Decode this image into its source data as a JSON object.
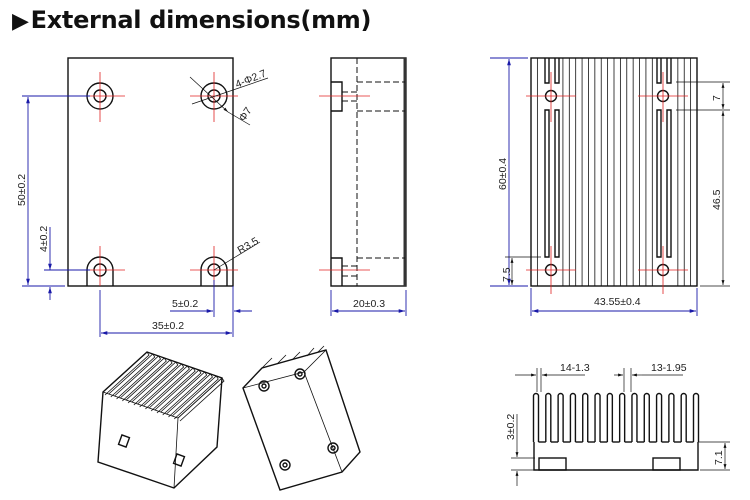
{
  "title": {
    "arrow": "▶",
    "text": "External dimensions(mm)"
  },
  "front_view": {
    "hole_callout": "4-Φ2.7",
    "counterbore": "Φ7",
    "radius": "R3.5",
    "height_dim": "50±0.2",
    "offset_dim": "4±0.2",
    "edge_dim": "5±0.2",
    "width_dim": "35±0.2"
  },
  "side_view": {
    "thickness_dim": "20±0.3"
  },
  "top_view": {
    "height_dim": "60±0.4",
    "slot_gap_dim": "7",
    "slot_len_dim": "46.5",
    "bottom_dim": "7.5",
    "width_dim": "43.55±0.4"
  },
  "section_view": {
    "fin_pitch_a": "14-1.3",
    "fin_pitch_b": "13-1.95",
    "base_dim": "3±0.2",
    "fin_base_dim": "7.1",
    "fin_count": 14
  },
  "colors": {
    "dimension": "#1a1aa8",
    "centerline": "#e02020",
    "outline": "#111111"
  }
}
